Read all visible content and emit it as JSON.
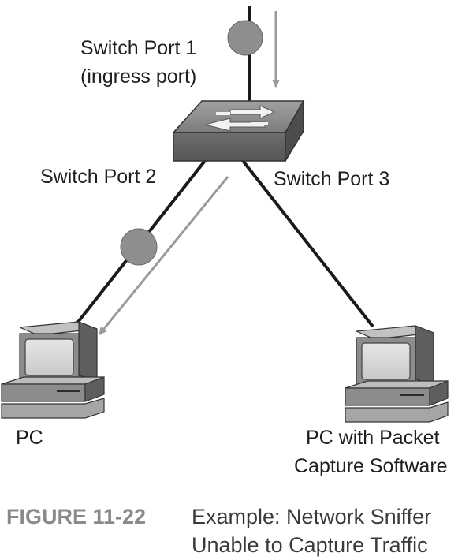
{
  "labels": {
    "port1_line1": "Switch Port 1",
    "port1_line2": "(ingress port)",
    "port2": "Switch Port 2",
    "port3": "Switch Port 3",
    "pc_left": "PC",
    "pc_right_line1": "PC with Packet",
    "pc_right_line2": "Capture Software"
  },
  "caption": {
    "label": "FIGURE 11-22",
    "line1": "Example: Network Sniffer",
    "line2": "Unable to Capture Traffic"
  },
  "icons": {
    "switch": "network-switch-icon",
    "pc": "desktop-computer-icon",
    "packet": "packet-circle-icon",
    "arrow": "traffic-flow-arrow-icon"
  },
  "colors": {
    "line": "#1a1a1a",
    "packet": "#8e8e8e",
    "arrow": "#9a9a9a",
    "device_body": "#8c8c8c",
    "device_dark": "#5e5e5e",
    "device_light": "#b8b8b8"
  }
}
